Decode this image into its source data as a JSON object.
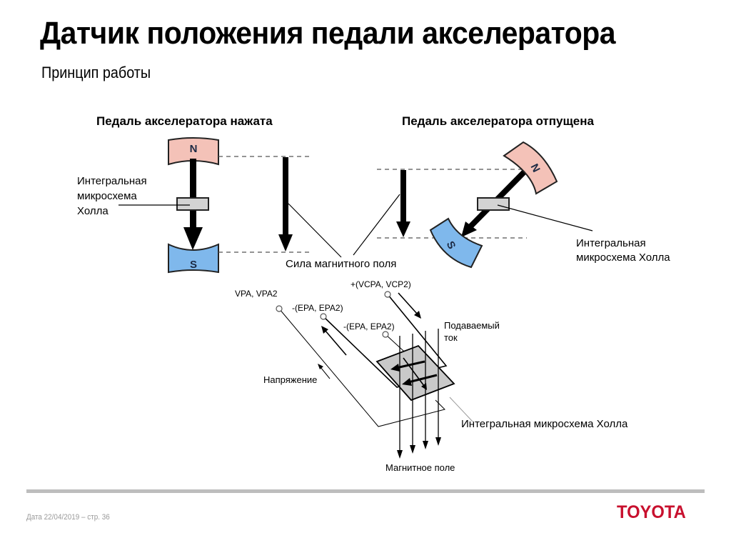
{
  "slide": {
    "title": "Датчик положения педали акселератора",
    "subtitle": "Принцип работы"
  },
  "pressed": {
    "heading": "Педаль акселератора нажата",
    "hall_label_lines": [
      "Интегральная",
      "микросхема",
      "Холла"
    ],
    "north_label": "N",
    "south_label": "S"
  },
  "released": {
    "heading": "Педаль акселератора отпущена",
    "hall_label_lines": [
      "Интегральная",
      "микросхема Холла"
    ],
    "north_label": "N",
    "south_label": "S"
  },
  "field_force_label": "Сила магнитного поля",
  "hall_schematic": {
    "terminal_vpa": "VPA, VPA2",
    "terminal_epa_1": "-(EPA, EPA2)",
    "terminal_vcpa": "+(VCPA, VCP2)",
    "terminal_epa_2": "-(EPA, EPA2)",
    "supplied_current_lines": [
      "Подаваемый",
      "ток"
    ],
    "voltage_label": "Напряжение",
    "hall_ic_label": "Интегральная микросхема Холла",
    "magnetic_field_label": "Магнитное поле"
  },
  "colors": {
    "north_magnet": "#f4c2b8",
    "south_magnet": "#7fb8ec",
    "hall_chip": "#d3d3d3",
    "brand": "#c8102e"
  },
  "footer": {
    "text": "Дата 22/04/2019 – стр.  36",
    "brand_logo": "TOYOTA"
  }
}
